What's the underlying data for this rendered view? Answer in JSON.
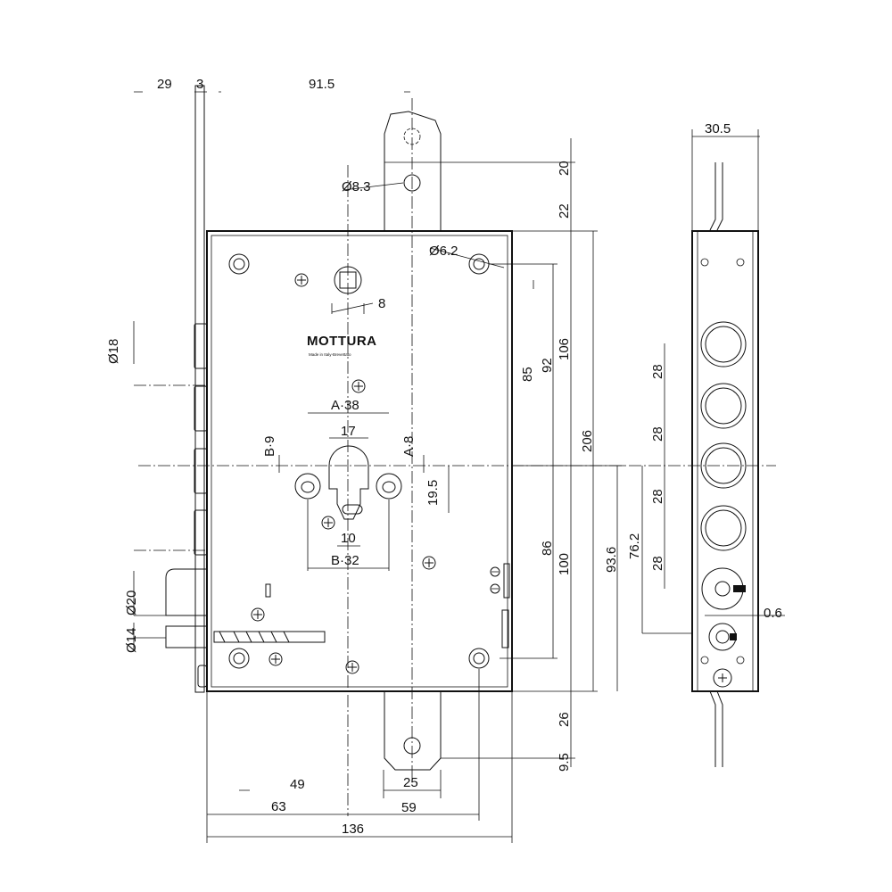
{
  "brand": {
    "name": "MOTTURA",
    "subline": "Made in Italy-Brevettato"
  },
  "dimensions_top": [
    "29",
    "3",
    "91.5"
  ],
  "dimensions_left": [
    "Ø18",
    "Ø20",
    "Ø14"
  ],
  "dimensions_main": {
    "hole_diam_top": "Ø8.3",
    "hole_diam_corner": "Ø6.2",
    "square": "8",
    "a38": "A·38",
    "d17": "17",
    "b9": "B·9",
    "a8": "A·8",
    "d19_5": "19.5",
    "d10": "10",
    "b32": "B·32"
  },
  "dimensions_right": [
    "20",
    "22",
    "85",
    "92",
    "106",
    "206",
    "86",
    "100",
    "93.6",
    "76.2",
    "26",
    "9.5"
  ],
  "dimensions_bottom": [
    "49",
    "63",
    "25",
    "59",
    "136"
  ],
  "side_view": {
    "width": "30.5",
    "pitch": [
      "28",
      "28",
      "28",
      "28"
    ],
    "gap": "0.6"
  }
}
